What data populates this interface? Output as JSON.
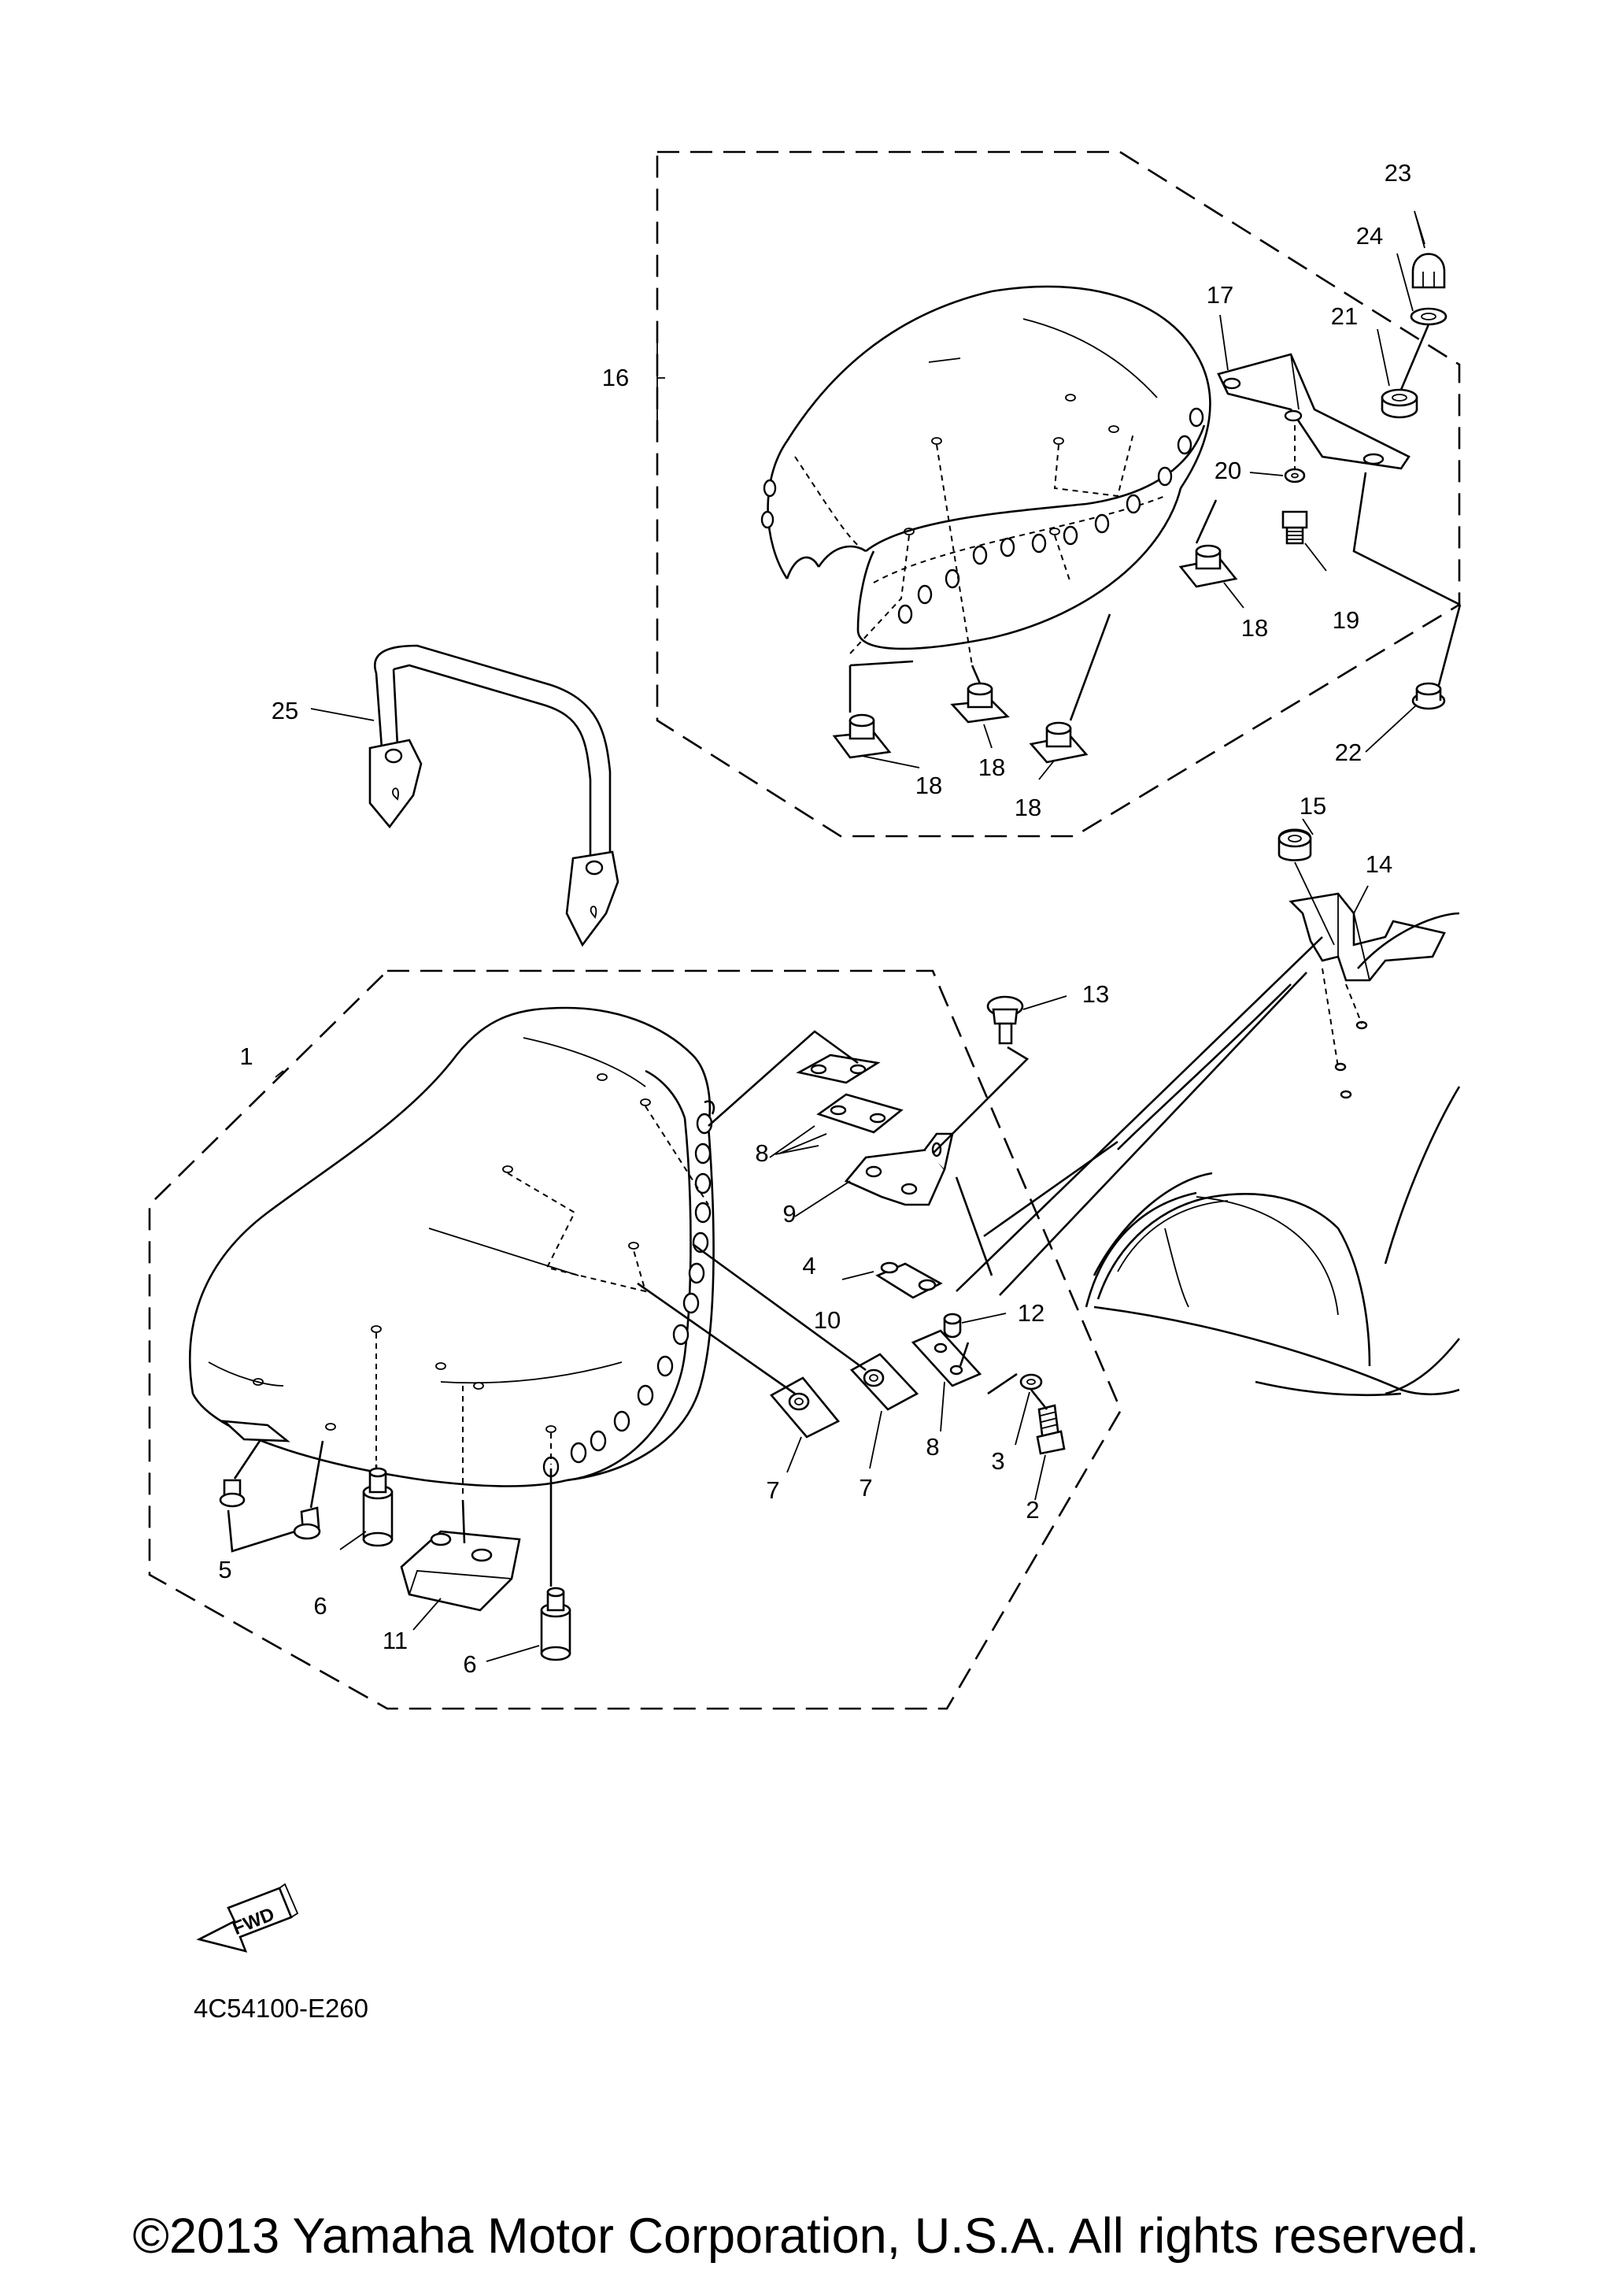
{
  "diagram": {
    "part_labels": [
      {
        "id": "1",
        "text": "1"
      },
      {
        "id": "2",
        "text": "2"
      },
      {
        "id": "3",
        "text": "3"
      },
      {
        "id": "4",
        "text": "4"
      },
      {
        "id": "5",
        "text": "5"
      },
      {
        "id": "6a",
        "text": "6"
      },
      {
        "id": "6b",
        "text": "6"
      },
      {
        "id": "7a",
        "text": "7"
      },
      {
        "id": "7b",
        "text": "7"
      },
      {
        "id": "8a",
        "text": "8"
      },
      {
        "id": "8b",
        "text": "8"
      },
      {
        "id": "9",
        "text": "9"
      },
      {
        "id": "10",
        "text": "10"
      },
      {
        "id": "11",
        "text": "11"
      },
      {
        "id": "12",
        "text": "12"
      },
      {
        "id": "13",
        "text": "13"
      },
      {
        "id": "14",
        "text": "14"
      },
      {
        "id": "15",
        "text": "15"
      },
      {
        "id": "16",
        "text": "16"
      },
      {
        "id": "17",
        "text": "17"
      },
      {
        "id": "18a",
        "text": "18"
      },
      {
        "id": "18b",
        "text": "18"
      },
      {
        "id": "18c",
        "text": "18"
      },
      {
        "id": "18d",
        "text": "18"
      },
      {
        "id": "19",
        "text": "19"
      },
      {
        "id": "20",
        "text": "20"
      },
      {
        "id": "21",
        "text": "21"
      },
      {
        "id": "22",
        "text": "22"
      },
      {
        "id": "23",
        "text": "23"
      },
      {
        "id": "24",
        "text": "24"
      },
      {
        "id": "25",
        "text": "25"
      }
    ],
    "fwd_label": "FWD",
    "diagram_code": "4C54100-E260",
    "copyright": "©2013 Yamaha Motor Corporation, U.S.A. All rights reserved."
  }
}
